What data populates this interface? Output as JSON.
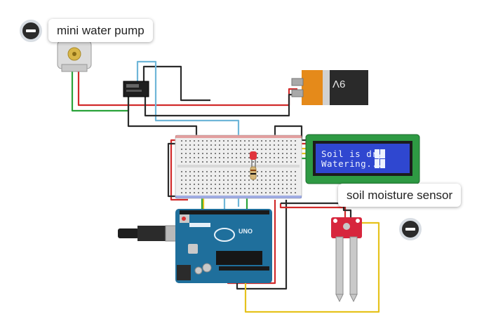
{
  "callouts": {
    "pump": "mini water pump",
    "sensor": "soil moisture sensor"
  },
  "battery": {
    "label": "9V"
  },
  "lcd": {
    "line1": "Soil is dry",
    "line2": "Watering..."
  },
  "arduino": {
    "label": "UNO"
  },
  "colors": {
    "wire_red": "#d12a2a",
    "wire_black": "#2b2b2b",
    "wire_green": "#2aa33a",
    "wire_yellow": "#e6c21d",
    "wire_blue": "#6fb6d8",
    "board_blue": "#1f6f9c",
    "lcd_bg": "#2f47d0",
    "lcd_pcb": "#2e9a43",
    "sensor_red": "#d7263d"
  }
}
